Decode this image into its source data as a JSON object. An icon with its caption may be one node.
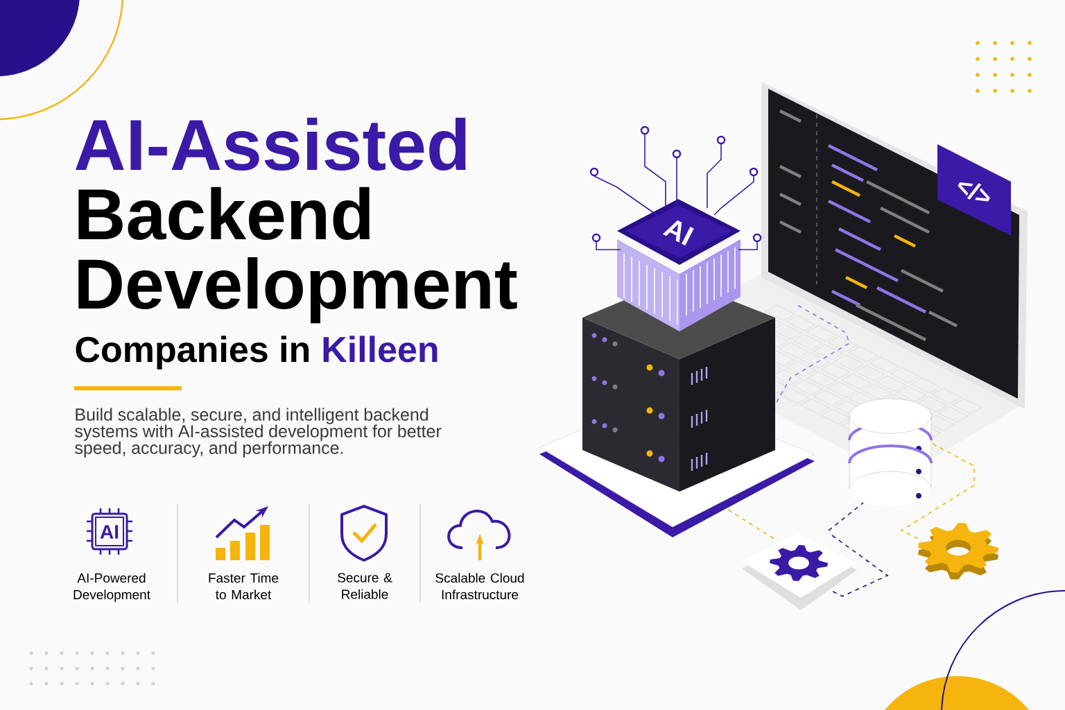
{
  "diagram": {
    "labels": [
      "AI-Assisted",
      "Backend",
      "Development",
      "Companies in",
      "Killeen",
      "Build scalable, secure, and intelligent backend systems with AI-assisted development for better speed, accuracy, and performance.",
      "AI",
      "AI-Powered Development",
      "Faster Time to Market",
      "Secure & Reliable",
      "Scalable Cloud Infrastructure",
      "AI",
      "</>"
    ]
  }
}
